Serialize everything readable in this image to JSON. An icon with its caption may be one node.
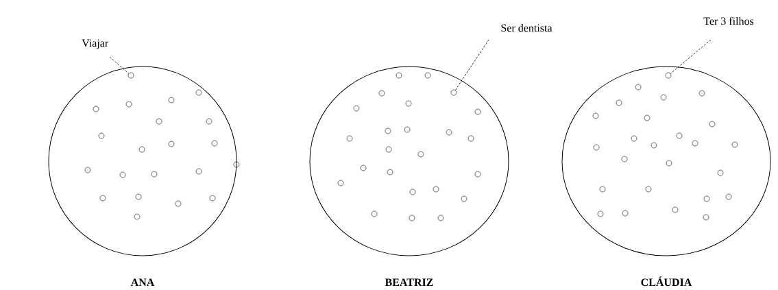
{
  "diagram": {
    "nodes": [
      {
        "text": [
          "Viajar"
        ]
      },
      {
        "text": [
          "Ser dentista"
        ]
      },
      {
        "text": [
          "Ter 3 filhos"
        ]
      },
      {
        "text": [
          "ANA"
        ]
      },
      {
        "text": [],
        "shape": "circle",
        "in": 3
      },
      {
        "text": [
          "BEATRIZ"
        ]
      },
      {
        "text": [],
        "shape": "circle",
        "in": 5
      },
      {
        "text": [
          "CLÁUDIA"
        ]
      },
      {
        "text": [],
        "shape": "circle",
        "in": 7
      }
    ],
    "edges": [
      {
        "from": 0,
        "to": 4,
        "arrow": "none",
        "style": "dashed"
      },
      {
        "from": 1,
        "to": 6,
        "arrow": "none",
        "style": "dashed"
      },
      {
        "from": 2,
        "to": 8,
        "arrow": "none",
        "style": "dashed"
      }
    ]
  }
}
